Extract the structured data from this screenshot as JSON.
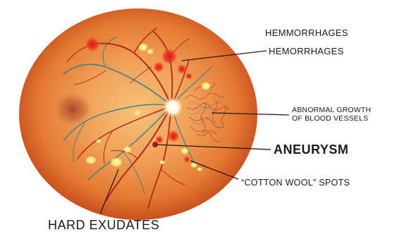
{
  "diagram": {
    "colors": {
      "eye_outer": "#e06a28",
      "eye_inner": "#f4b060",
      "eye_rim": "#c8501e",
      "vessel_artery": "#b02a1e",
      "vessel_vein": "#3f7f86",
      "hemorrhage": "#e0201c",
      "exudate": "#fbe77a",
      "macula": "#b85a30",
      "optic_disc": "#ffffff",
      "leader_line": "#2b1a14"
    },
    "labels": {
      "hemmorrhages": "HEMMORRHAGES",
      "hemorrhages": "HEMORRHAGES",
      "abnormal_line1": "ABNORMAL GROWTH",
      "abnormal_line2": "OF BLOOD VESSELS",
      "aneurysm": "ANEURYSM",
      "cotton_wool": "“COTTON WOOL” SPOTS",
      "hard_exudates": "HARD EXUDATES"
    }
  }
}
